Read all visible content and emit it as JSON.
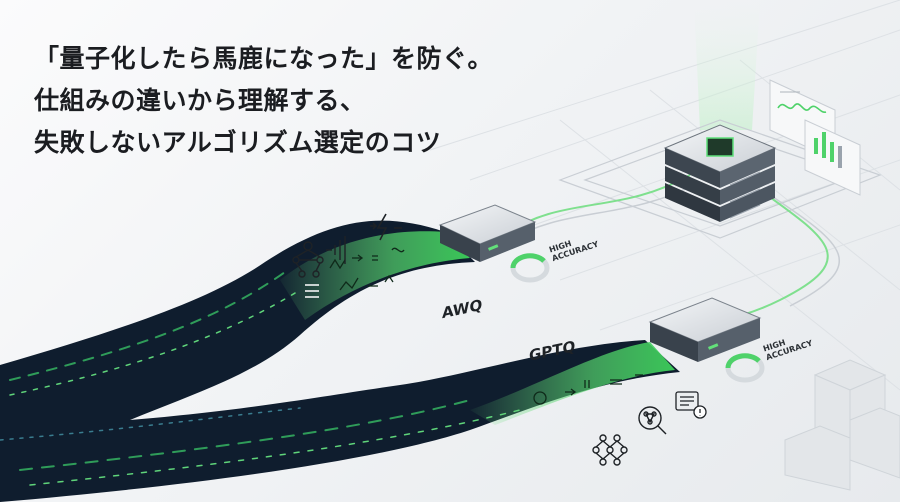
{
  "headline": {
    "line1": "「量子化したら馬鹿になった」を防ぐ。",
    "line2": "仕組みの違いから理解する、",
    "line3": "失敗しないアルゴリズム選定のコツ"
  },
  "labels": {
    "awq": "AWQ",
    "gptq": "GPTQ",
    "accuracy_awq": [
      "HIGH",
      "ACCURACY"
    ],
    "accuracy_gptq": [
      "HIGH",
      "ACCURACY"
    ]
  },
  "colors": {
    "accent_green": "#4fd26a",
    "road_dark": "#0f1d2e",
    "text": "#1b1d21"
  },
  "icons": [
    "neural-network-icon",
    "sound-wave-icon",
    "lightning-icon",
    "list-icon",
    "function-icon",
    "sum-icon",
    "grid-icon",
    "search-network-icon",
    "log-alert-icon",
    "line-chart-icon",
    "bar-chart-icon"
  ]
}
